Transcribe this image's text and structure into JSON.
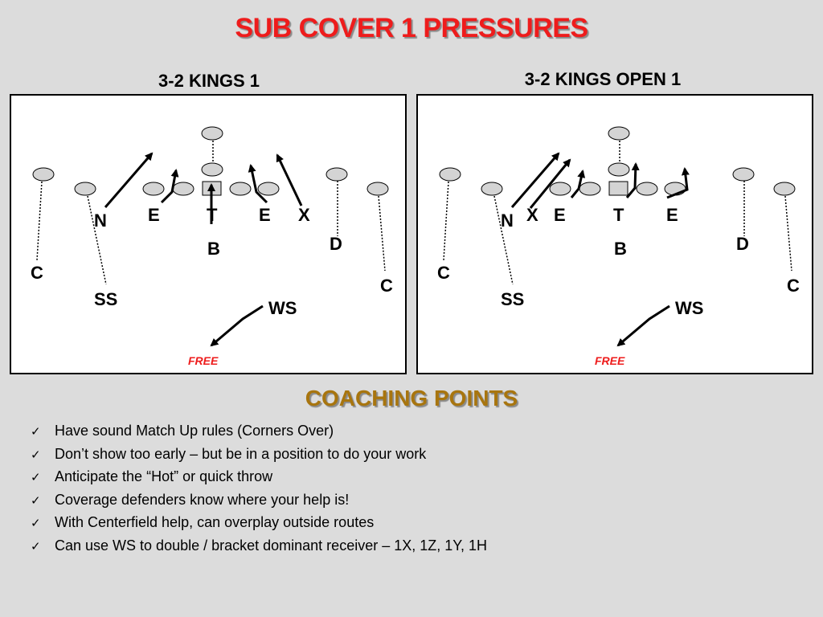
{
  "title": "SUB COVER 1 PRESSURES",
  "diagrams": [
    {
      "subtitle": "3-2 KINGS 1",
      "labels": {
        "N": "N",
        "E1": "E",
        "T": "T",
        "E2": "E",
        "X": "X",
        "B": "B",
        "D": "D",
        "C1": "C",
        "C2": "C",
        "SS": "SS",
        "WS": "WS",
        "free": "FREE"
      }
    },
    {
      "subtitle": "3-2 KINGS OPEN 1",
      "labels": {
        "N": "N",
        "X": "X",
        "E1": "E",
        "T": "T",
        "E2": "E",
        "B": "B",
        "D": "D",
        "C1": "C",
        "C2": "C",
        "SS": "SS",
        "WS": "WS",
        "free": "FREE"
      }
    }
  ],
  "coaching": {
    "title": "COACHING POINTS",
    "check_icon": "check-mark-icon",
    "items": [
      "Have sound Match Up rules  (Corners Over)",
      "Don’t show too early – but be in a position to do your work",
      "Anticipate the “Hot” or quick throw",
      "Coverage defenders know where your help is!",
      "With Centerfield help, can overplay outside routes",
      "Can use WS to double / bracket dominant receiver – 1X, 1Z, 1Y, 1H"
    ]
  },
  "colors": {
    "title": "#ee1c1c",
    "coaching_title": "#a8750e",
    "free": "#ee1c1c",
    "player_fill": "#d4d4d4"
  }
}
